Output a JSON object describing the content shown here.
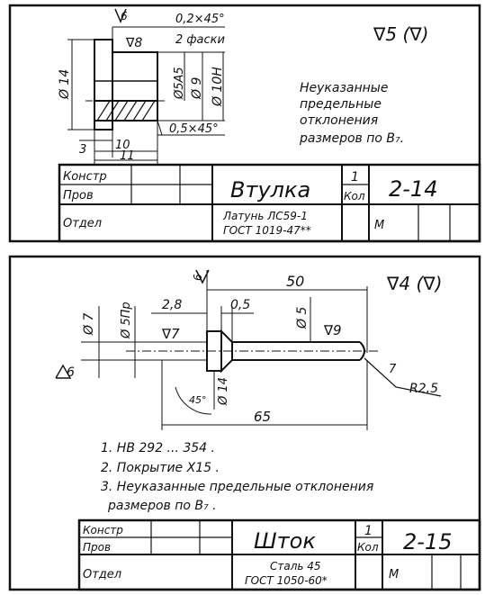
{
  "sheet1": {
    "roughness_general": "∇5 (∇)",
    "dims": {
      "chamfer_top": "0,2×45°",
      "chamfer_count": "2 фаски",
      "rough_top": "6",
      "rough_8": "∇8",
      "dia_14": "Ø 14",
      "dia_5a5": "Ø5A5",
      "dia_9": "Ø 9",
      "dia_10h": "Ø 10H",
      "chamfer_bottom": "0,5×45°",
      "len_3": "3",
      "len_10": "10",
      "len_11": "11"
    },
    "note": [
      "Неуказанные",
      "предельные",
      "отклонения",
      "размеров по В₇."
    ],
    "title_block": {
      "konstr": "Констр",
      "prov": "Пров",
      "otdel": "Отдел",
      "name": "Втулка",
      "qty": "1",
      "qty_label": "Кол",
      "number": "2-14",
      "material_1": "Латунь ЛС59-1",
      "material_2": "ГОСТ 1019-47**",
      "m": "М"
    }
  },
  "sheet2": {
    "roughness_general": "∇4 (∇)",
    "dims": {
      "rough_top": "6",
      "len_50": "50",
      "dia_7": "Ø 7",
      "dia_5pr": "Ø 5Пр",
      "len_2_8": "2,8",
      "len_0_5": "0,5",
      "dia_5": "Ø 5",
      "rough_7": "∇7",
      "rough_9": "∇9",
      "rough_6_left": "6",
      "rough_7_right": "7",
      "radius": "R2,5",
      "angle": "45°",
      "dia_14": "Ø 14",
      "len_65": "65"
    },
    "notes": [
      "1.  НВ 292 ... 354 .",
      "2.  Покрытие Х15 .",
      "3.  Неуказанные предельные отклонения",
      "размеров по В₇ ."
    ],
    "title_block": {
      "konstr": "Констр",
      "prov": "Пров",
      "otdel": "Отдел",
      "name": "Шток",
      "qty": "1",
      "qty_label": "Кол",
      "number": "2-15",
      "material_1": "Сталь 45",
      "material_2": "ГОСТ 1050-60*",
      "m": "М"
    }
  }
}
